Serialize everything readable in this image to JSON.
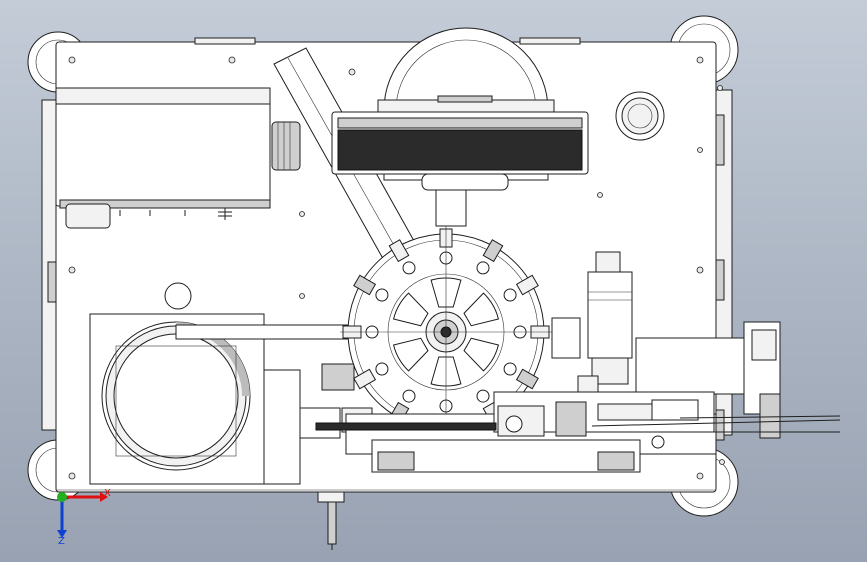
{
  "view": {
    "type": "cad-top-view",
    "background_top": "#c4ccd8",
    "background_bottom": "#98a2b2"
  },
  "triad": {
    "x_label": "X",
    "z_label": "Z",
    "x_color": "#e01010",
    "z_color": "#1040d0",
    "origin_color": "#20b020"
  }
}
